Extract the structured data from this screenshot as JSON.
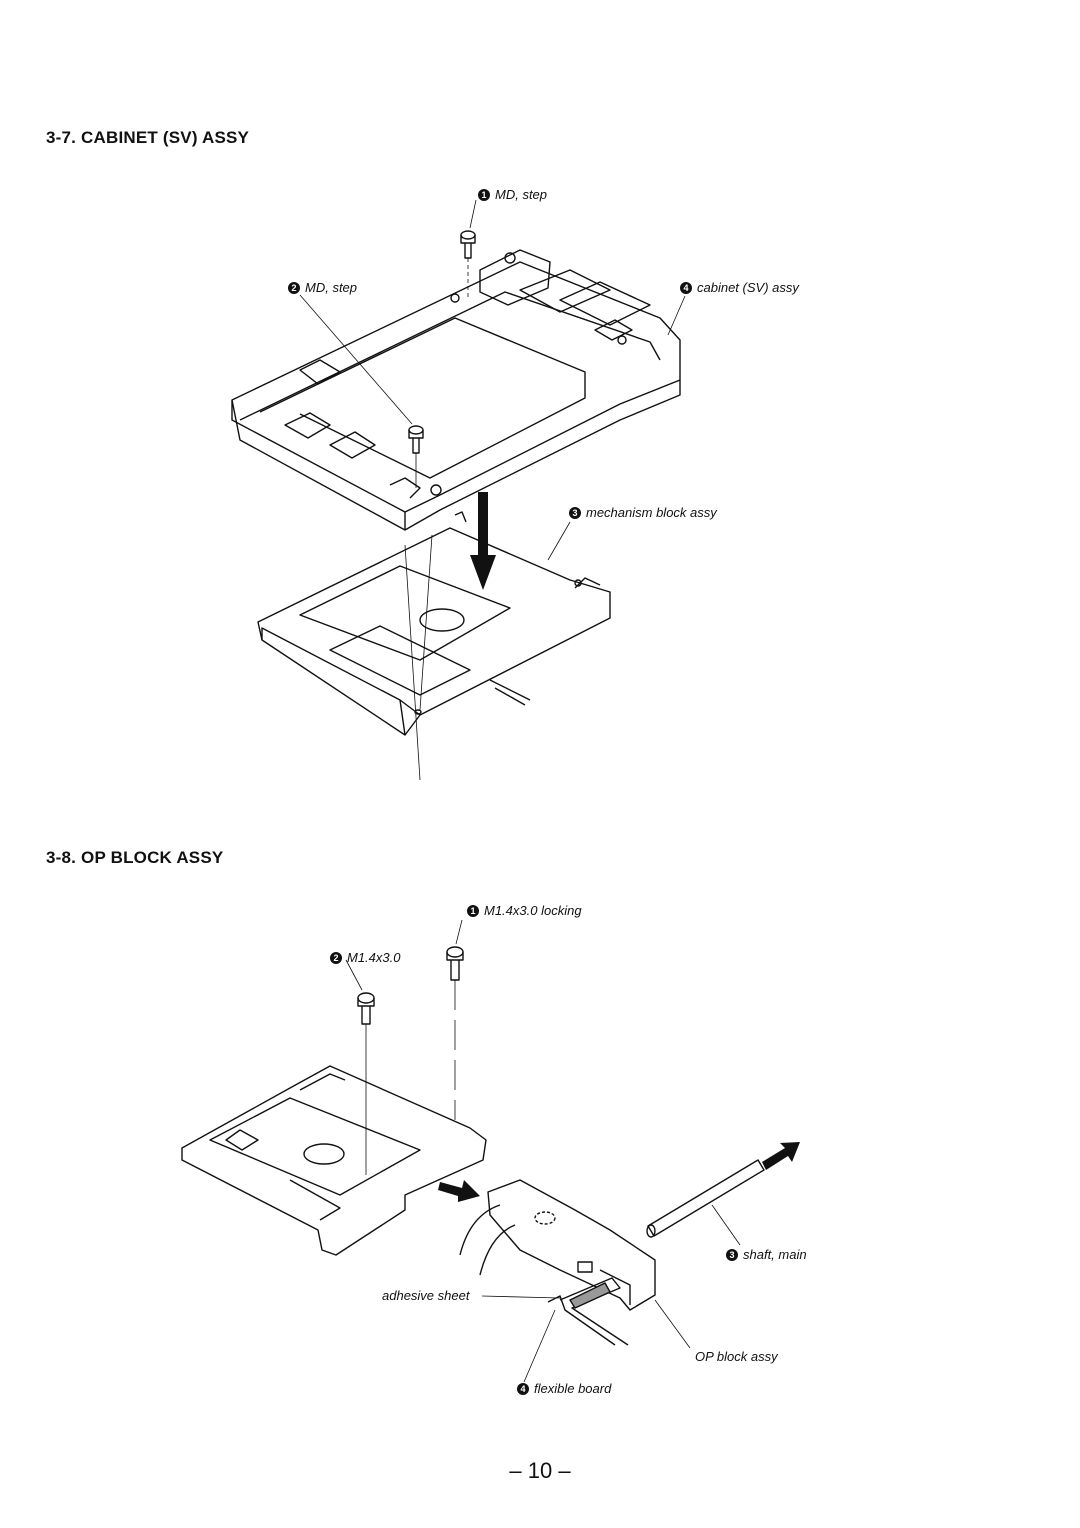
{
  "sections": [
    {
      "title": "3-7. CABINET (SV) ASSY",
      "labels": [
        {
          "num": "1",
          "text": "MD, step"
        },
        {
          "num": "2",
          "text": "MD, step"
        },
        {
          "num": "4",
          "text": "cabinet (SV) assy"
        },
        {
          "num": "3",
          "text": "mechanism block assy"
        }
      ]
    },
    {
      "title": "3-8. OP BLOCK ASSY",
      "labels": [
        {
          "num": "1",
          "text": "M1.4x3.0 locking"
        },
        {
          "num": "2",
          "text": "M1.4x3.0"
        },
        {
          "num": "3",
          "text": "shaft, main"
        },
        {
          "num": "",
          "text": "adhesive sheet"
        },
        {
          "num": "",
          "text": "OP block assy"
        },
        {
          "num": "4",
          "text": "flexible board"
        }
      ]
    }
  ],
  "page_number": "– 10 –"
}
